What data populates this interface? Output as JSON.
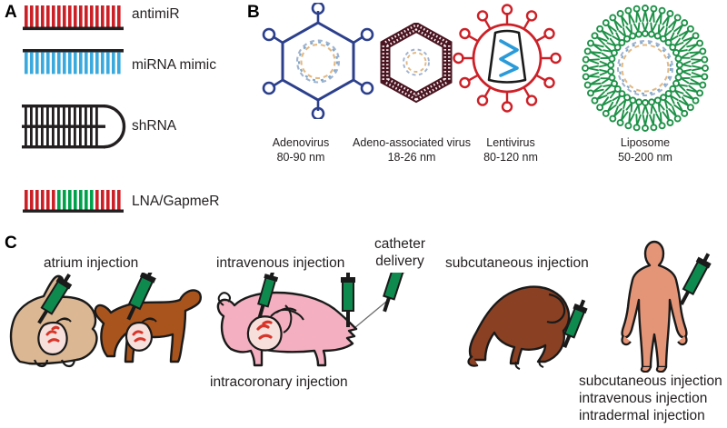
{
  "figure": {
    "title": "Oligonucleotide therapeutics, delivery vectors and administration routes",
    "background_color": "#ffffff"
  },
  "panels": [
    {
      "letter": "A",
      "name": "oligonucleotide-types",
      "items": [
        {
          "label": "antimiR",
          "icon": "duplex-red",
          "colors": {
            "bar": "#cc2027",
            "backbone": "#231f20"
          },
          "bar_count": 18,
          "backbone_position": "bottom"
        },
        {
          "label": "miRNA mimic",
          "icon": "duplex-blue",
          "colors": {
            "bar": "#3aa9dd",
            "backbone": "#231f20"
          },
          "bar_count": 18,
          "backbone_position": "top"
        },
        {
          "label": "shRNA",
          "icon": "hairpin-black",
          "colors": {
            "bar": "#231f20",
            "backbone": "#231f20"
          },
          "bar_count": 15,
          "backbone_position": "both"
        },
        {
          "label": "LNA/GapmeR",
          "icon": "gapmer-red-green-red",
          "colors": {
            "bar_flank": "#cc2027",
            "bar_gap": "#00a14b",
            "backbone": "#231f20"
          },
          "bar_count": 18,
          "gap_segment": {
            "start": 6,
            "end": 12,
            "color": "#00a14b"
          },
          "backbone_position": "bottom"
        }
      ]
    },
    {
      "letter": "B",
      "name": "delivery-vectors",
      "vectors": [
        {
          "name": "Adenovirus",
          "size": "80-90 nm",
          "icon": "adenovirus-hexagon",
          "color": "#2b3f8c"
        },
        {
          "name": "Adeno-associated virus",
          "size": "18-26 nm",
          "icon": "aav-hexagon",
          "color": "#4a1520"
        },
        {
          "name": "Lentivirus",
          "size": "80-120 nm",
          "icon": "lentivirus-sphere",
          "color": "#cc2027"
        },
        {
          "name": "Liposome",
          "size": "50-200 nm",
          "icon": "liposome-bilayer",
          "color": "#1e9148"
        }
      ]
    },
    {
      "letter": "C",
      "name": "administration-routes",
      "groups": [
        {
          "heading": "atrium injection",
          "organisms": [
            {
              "name": "rabbit",
              "color": "#dcb793",
              "syringe_color": "#0f8a4e"
            },
            {
              "name": "dog",
              "color": "#a9541d",
              "syringe_color": "#0f8a4e"
            }
          ],
          "footnote": ""
        },
        {
          "heading": "intravenous injection",
          "heading2": "catheter delivery",
          "organisms": [
            {
              "name": "pig",
              "color": "#f4b0c0",
              "syringe_color": "#0f8a4e"
            }
          ],
          "footnote": "intracoronary injection"
        },
        {
          "heading": "subcutaneous injection",
          "organisms": [
            {
              "name": "monkey",
              "color": "#8a4023",
              "syringe_color": "#0f8a4e"
            }
          ],
          "footnote": ""
        },
        {
          "heading": "",
          "organisms": [
            {
              "name": "human",
              "color": "#e59577",
              "syringe_color": "#0f8a4e"
            }
          ],
          "footnote_lines": [
            "subcutaneous injection",
            "intravenous injection",
            "intradermal injection"
          ]
        }
      ]
    }
  ],
  "labels": {
    "panel_a_letter": "A",
    "panel_b_letter": "B",
    "panel_c_letter": "C",
    "a_item_0": "antimiR",
    "a_item_1": "miRNA mimic",
    "a_item_2": "shRNA",
    "a_item_3": "LNA/GapmeR",
    "b_0_name": "Adenovirus",
    "b_0_size": "80-90 nm",
    "b_1_name": "Adeno-associated virus",
    "b_1_size": "18-26 nm",
    "b_2_name": "Lentivirus",
    "b_2_size": "80-120 nm",
    "b_3_name": "Liposome",
    "b_3_size": "50-200 nm",
    "c_atrium": "atrium injection",
    "c_intravenous": "intravenous injection",
    "c_catheter_l1": "catheter",
    "c_catheter_l2": "delivery",
    "c_intracoronary": "intracoronary injection",
    "c_subcutaneous": "subcutaneous injection",
    "c_human_l1": "subcutaneous injection",
    "c_human_l2": "intravenous injection",
    "c_human_l3": "intradermal injection"
  }
}
